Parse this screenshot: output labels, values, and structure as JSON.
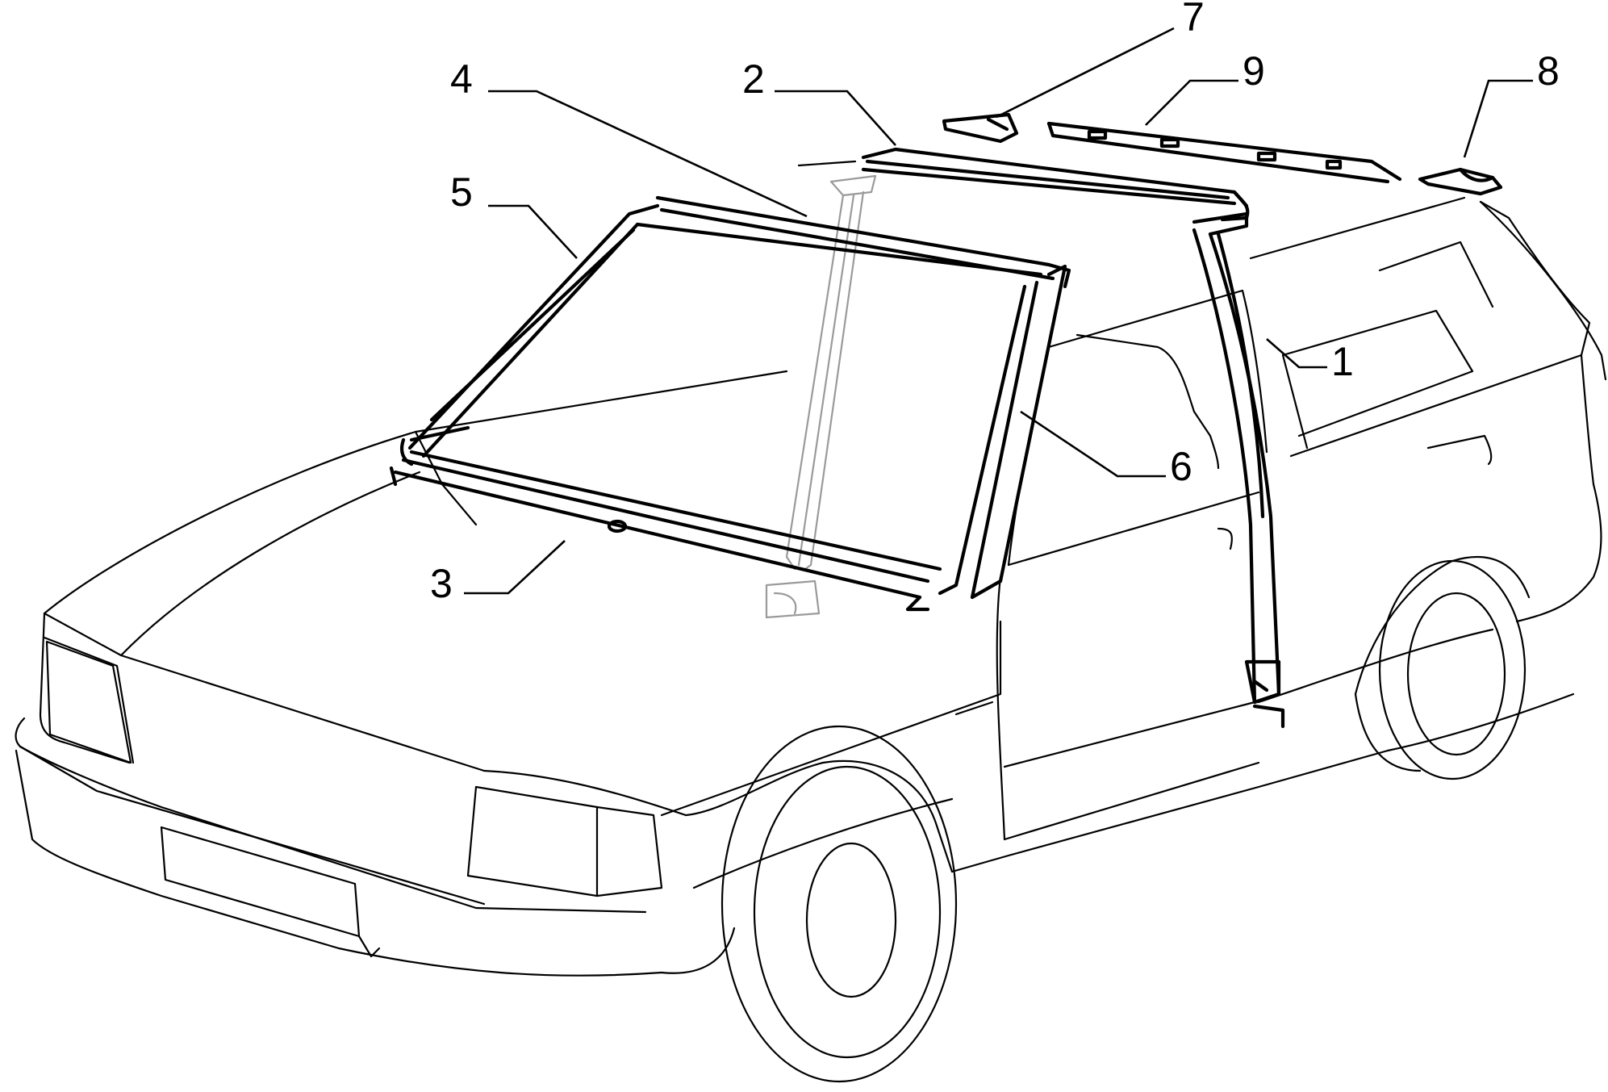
{
  "callouts": [
    {
      "id": "1",
      "text": "1"
    },
    {
      "id": "2",
      "text": "2"
    },
    {
      "id": "3",
      "text": "3"
    },
    {
      "id": "4",
      "text": "4"
    },
    {
      "id": "5",
      "text": "5"
    },
    {
      "id": "6",
      "text": "6"
    },
    {
      "id": "7",
      "text": "7"
    },
    {
      "id": "8",
      "text": "8"
    },
    {
      "id": "9",
      "text": "9"
    }
  ],
  "colors": {
    "line": "#000000",
    "ghost": "#9a9a9a",
    "background": "#ffffff"
  }
}
